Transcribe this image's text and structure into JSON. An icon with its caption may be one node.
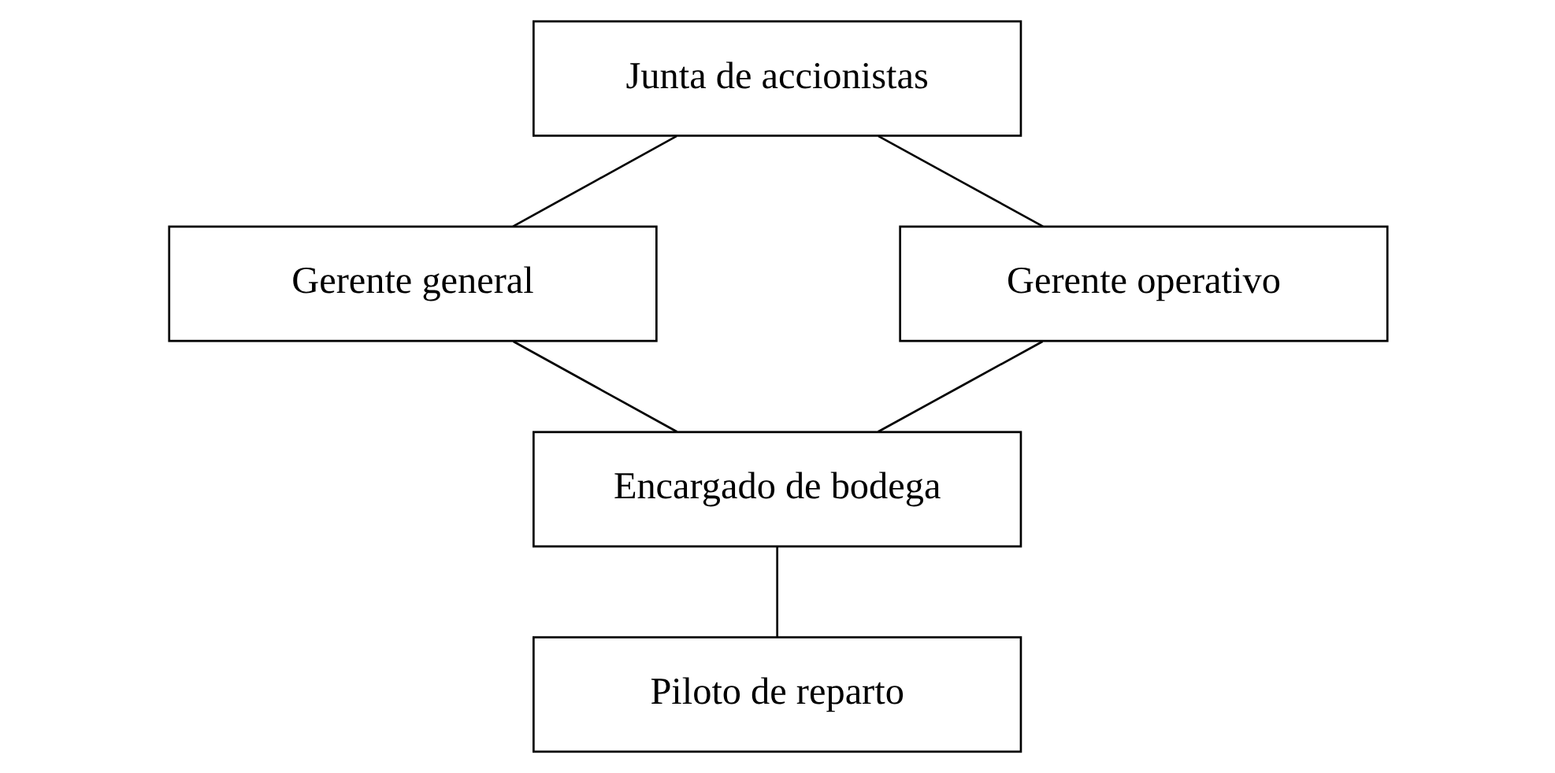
{
  "diagram": {
    "nodes": [
      {
        "text": [
          "Junta de accionistas"
        ]
      },
      {
        "text": [
          "Gerente general"
        ]
      },
      {
        "text": [
          "Gerente operativo"
        ]
      },
      {
        "text": [
          "Encargado de bodega"
        ]
      },
      {
        "text": [
          "Piloto de reparto"
        ]
      }
    ],
    "edges": [
      {
        "from": 0,
        "to": 1,
        "arrow": "none"
      },
      {
        "from": 0,
        "to": 2,
        "arrow": "none"
      },
      {
        "from": 1,
        "to": 3,
        "arrow": "none"
      },
      {
        "from": 2,
        "to": 3,
        "arrow": "none"
      },
      {
        "from": 3,
        "to": 4,
        "arrow": "none"
      }
    ]
  }
}
